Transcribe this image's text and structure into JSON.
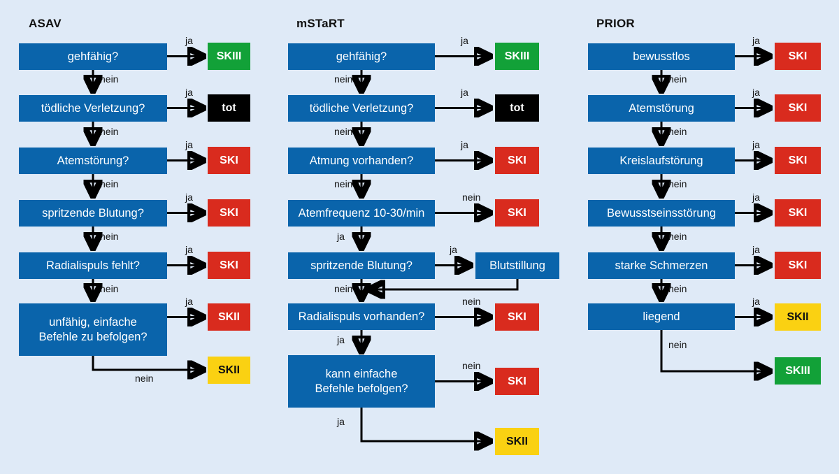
{
  "background_color": "#dfeaf7",
  "palette": {
    "box_blue": "#0a64ab",
    "ski_red": "#d92b1e",
    "skii_yellow": "#fad112",
    "skiii_green": "#12a138",
    "dead_black": "#000000",
    "arrow_black": "#000000",
    "box_text_white": "#ffffff"
  },
  "labels": {
    "yes": "ja",
    "no": "nein"
  },
  "columns": [
    {
      "id": "asav",
      "title": "ASAV",
      "nodes": [
        {
          "id": "asav-q1",
          "text": "gehfähig?"
        },
        {
          "id": "asav-q2",
          "text": "tödliche Verletzung?"
        },
        {
          "id": "asav-q3",
          "text": "Atemstörung?"
        },
        {
          "id": "asav-q4",
          "text": "spritzende Blutung?"
        },
        {
          "id": "asav-q5",
          "text": "Radialispuls fehlt?"
        },
        {
          "id": "asav-q6",
          "line1": "unfähig, einfache",
          "line2": "Befehle zu befolgen?"
        }
      ],
      "outcomes": [
        {
          "id": "asav-o1",
          "text": "SKIII",
          "kind": "skiii"
        },
        {
          "id": "asav-o2",
          "text": "tot",
          "kind": "tot"
        },
        {
          "id": "asav-o3",
          "text": "SKI",
          "kind": "ski"
        },
        {
          "id": "asav-o4",
          "text": "SKI",
          "kind": "ski"
        },
        {
          "id": "asav-o5",
          "text": "SKI",
          "kind": "ski"
        },
        {
          "id": "asav-o6",
          "text": "SKII",
          "kind": "ski"
        },
        {
          "id": "asav-o7",
          "text": "SKII",
          "kind": "skii"
        }
      ],
      "edges": [
        {
          "from": "asav-q1",
          "to": "asav-o1",
          "label": "ja"
        },
        {
          "from": "asav-q1",
          "to": "asav-q2",
          "label": "nein"
        },
        {
          "from": "asav-q2",
          "to": "asav-o2",
          "label": "ja"
        },
        {
          "from": "asav-q2",
          "to": "asav-q3",
          "label": "nein"
        },
        {
          "from": "asav-q3",
          "to": "asav-o3",
          "label": "ja"
        },
        {
          "from": "asav-q3",
          "to": "asav-q4",
          "label": "nein"
        },
        {
          "from": "asav-q4",
          "to": "asav-o4",
          "label": "ja"
        },
        {
          "from": "asav-q4",
          "to": "asav-q5",
          "label": "nein"
        },
        {
          "from": "asav-q5",
          "to": "asav-o5",
          "label": "ja"
        },
        {
          "from": "asav-q5",
          "to": "asav-q6",
          "label": "nein"
        },
        {
          "from": "asav-q6",
          "to": "asav-o6",
          "label": "ja"
        },
        {
          "from": "asav-q6",
          "to": "asav-o7",
          "label": "nein"
        }
      ]
    },
    {
      "id": "mstart",
      "title": "mSTaRT",
      "nodes": [
        {
          "id": "mst-q1",
          "text": "gehfähig?"
        },
        {
          "id": "mst-q2",
          "text": "tödliche Verletzung?"
        },
        {
          "id": "mst-q3",
          "text": "Atmung vorhanden?"
        },
        {
          "id": "mst-q4",
          "text": "Atemfrequenz 10-30/min"
        },
        {
          "id": "mst-q5",
          "text": "spritzende Blutung?"
        },
        {
          "id": "mst-q6",
          "text": "Radialispuls vorhanden?"
        },
        {
          "id": "mst-q7",
          "line1": "kann einfache",
          "line2": "Befehle befolgen?"
        },
        {
          "id": "mst-p1",
          "text": "Blutstillung"
        }
      ],
      "outcomes": [
        {
          "id": "mst-o1",
          "text": "SKIII",
          "kind": "skiii"
        },
        {
          "id": "mst-o2",
          "text": "tot",
          "kind": "tot"
        },
        {
          "id": "mst-o3",
          "text": "SKI",
          "kind": "ski"
        },
        {
          "id": "mst-o4",
          "text": "SKI",
          "kind": "ski"
        },
        {
          "id": "mst-o5",
          "text": "SKI",
          "kind": "ski"
        },
        {
          "id": "mst-o6",
          "text": "SKI",
          "kind": "ski"
        },
        {
          "id": "mst-o7",
          "text": "SKII",
          "kind": "skii"
        }
      ],
      "edges": [
        {
          "from": "mst-q1",
          "to": "mst-o1",
          "label": "ja"
        },
        {
          "from": "mst-q1",
          "to": "mst-q2",
          "label": "nein"
        },
        {
          "from": "mst-q2",
          "to": "mst-o2",
          "label": "ja"
        },
        {
          "from": "mst-q2",
          "to": "mst-q3",
          "label": "nein"
        },
        {
          "from": "mst-q3",
          "to": "mst-o3",
          "label": "ja"
        },
        {
          "from": "mst-q3",
          "to": "mst-q4",
          "label": "nein"
        },
        {
          "from": "mst-q4",
          "to": "mst-o4",
          "label": "nein"
        },
        {
          "from": "mst-q4",
          "to": "mst-q5",
          "label": "ja"
        },
        {
          "from": "mst-q5",
          "to": "mst-p1",
          "label": "ja"
        },
        {
          "from": "mst-p1",
          "to": "mst-q6",
          "label": ""
        },
        {
          "from": "mst-q5",
          "to": "mst-q6",
          "label": "nein"
        },
        {
          "from": "mst-q6",
          "to": "mst-o5",
          "label": "nein"
        },
        {
          "from": "mst-q6",
          "to": "mst-q7",
          "label": "ja"
        },
        {
          "from": "mst-q7",
          "to": "mst-o6",
          "label": "nein"
        },
        {
          "from": "mst-q7",
          "to": "mst-o7",
          "label": "ja"
        }
      ]
    },
    {
      "id": "prior",
      "title": "PRIOR",
      "nodes": [
        {
          "id": "pri-q1",
          "text": "bewusstlos"
        },
        {
          "id": "pri-q2",
          "text": "Atemstörung"
        },
        {
          "id": "pri-q3",
          "text": "Kreislaufstörung"
        },
        {
          "id": "pri-q4",
          "text": "Bewusstseinsstörung"
        },
        {
          "id": "pri-q5",
          "text": "starke Schmerzen"
        },
        {
          "id": "pri-q6",
          "text": "liegend"
        }
      ],
      "outcomes": [
        {
          "id": "pri-o1",
          "text": "SKI",
          "kind": "ski"
        },
        {
          "id": "pri-o2",
          "text": "SKI",
          "kind": "ski"
        },
        {
          "id": "pri-o3",
          "text": "SKI",
          "kind": "ski"
        },
        {
          "id": "pri-o4",
          "text": "SKI",
          "kind": "ski"
        },
        {
          "id": "pri-o5",
          "text": "SKI",
          "kind": "ski"
        },
        {
          "id": "pri-o6",
          "text": "SKII",
          "kind": "skii"
        },
        {
          "id": "pri-o7",
          "text": "SKIII",
          "kind": "skiii"
        }
      ],
      "edges": [
        {
          "from": "pri-q1",
          "to": "pri-o1",
          "label": "ja"
        },
        {
          "from": "pri-q1",
          "to": "pri-q2",
          "label": "nein"
        },
        {
          "from": "pri-q2",
          "to": "pri-o2",
          "label": "ja"
        },
        {
          "from": "pri-q2",
          "to": "pri-q3",
          "label": "nein"
        },
        {
          "from": "pri-q3",
          "to": "pri-o3",
          "label": "ja"
        },
        {
          "from": "pri-q3",
          "to": "pri-q4",
          "label": "nein"
        },
        {
          "from": "pri-q4",
          "to": "pri-o4",
          "label": "ja"
        },
        {
          "from": "pri-q4",
          "to": "pri-q5",
          "label": "nein"
        },
        {
          "from": "pri-q5",
          "to": "pri-o5",
          "label": "ja"
        },
        {
          "from": "pri-q5",
          "to": "pri-q6",
          "label": "nein"
        },
        {
          "from": "pri-q6",
          "to": "pri-o6",
          "label": "ja"
        },
        {
          "from": "pri-q6",
          "to": "pri-o7",
          "label": "nein"
        }
      ]
    }
  ]
}
